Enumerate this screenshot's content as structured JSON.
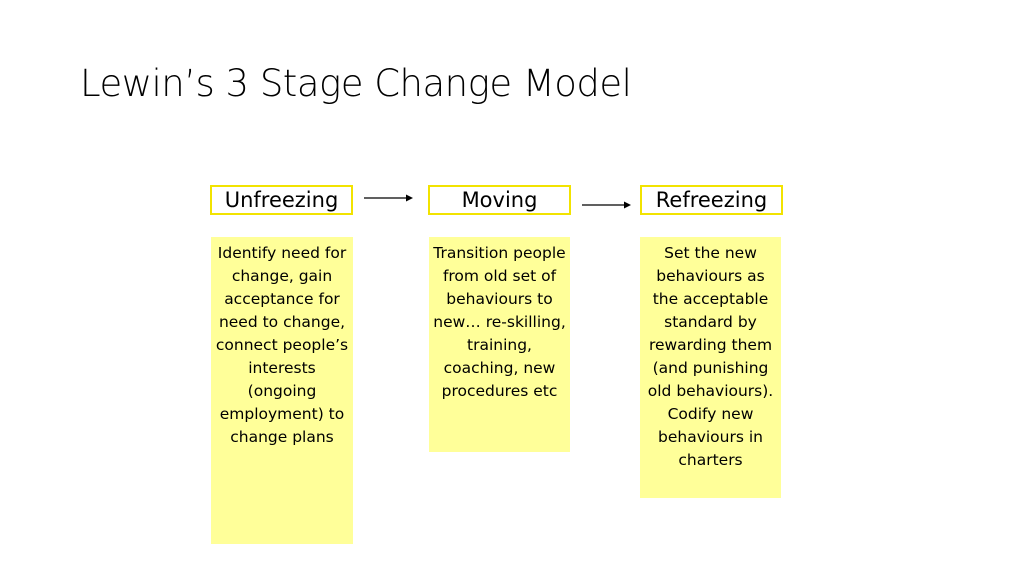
{
  "slide": {
    "title": "Lewin’s 3 Stage Change Model"
  },
  "stages": [
    {
      "name": "Unfreezing",
      "description": "Identify need for change, gain acceptance for need to change, connect people’s interests (ongoing employment) to change plans"
    },
    {
      "name": "Moving",
      "description": "Transition people from old set of behaviours to new… re-skilling, training, coaching, new procedures etc"
    },
    {
      "name": "Refreezing",
      "description": "Set the new behaviours as the acceptable standard by rewarding them (and punishing old behaviours). Codify new behaviours in charters"
    }
  ],
  "colors": {
    "header_border": "#f2e300",
    "body_fill": "#ffff99"
  }
}
